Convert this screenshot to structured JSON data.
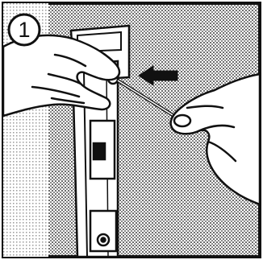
{
  "figure": {
    "step_number": "1",
    "colors": {
      "ink": "#111111",
      "paper": "#ffffff",
      "stipple": "#7a7a7a"
    },
    "icons": [
      "step-number-badge",
      "left-arrow-icon",
      "screwdriver",
      "hand"
    ]
  }
}
